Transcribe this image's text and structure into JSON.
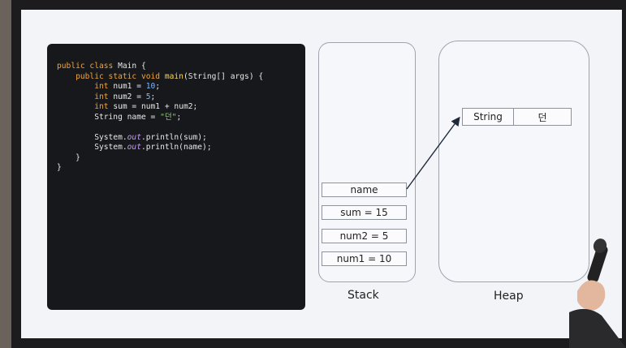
{
  "code": {
    "lines": [
      [
        {
          "t": "public class ",
          "c": "kw"
        },
        {
          "t": "Main {",
          "c": ""
        }
      ],
      [
        {
          "t": "    ",
          "c": ""
        },
        {
          "t": "public static void ",
          "c": "kw"
        },
        {
          "t": "main",
          "c": "fn"
        },
        {
          "t": "(String[] args) {",
          "c": ""
        }
      ],
      [
        {
          "t": "        ",
          "c": ""
        },
        {
          "t": "int ",
          "c": "kw"
        },
        {
          "t": "num1 = ",
          "c": ""
        },
        {
          "t": "10",
          "c": "num"
        },
        {
          "t": ";",
          "c": ""
        }
      ],
      [
        {
          "t": "        ",
          "c": ""
        },
        {
          "t": "int ",
          "c": "kw"
        },
        {
          "t": "num2 = ",
          "c": ""
        },
        {
          "t": "5",
          "c": "num"
        },
        {
          "t": ";",
          "c": ""
        }
      ],
      [
        {
          "t": "        ",
          "c": ""
        },
        {
          "t": "int ",
          "c": "kw"
        },
        {
          "t": "sum = num1 + num2;",
          "c": ""
        }
      ],
      [
        {
          "t": "        String name = ",
          "c": ""
        },
        {
          "t": "\"던\"",
          "c": "str"
        },
        {
          "t": ";",
          "c": ""
        }
      ],
      [
        {
          "t": "",
          "c": ""
        }
      ],
      [
        {
          "t": "        System.",
          "c": ""
        },
        {
          "t": "out",
          "c": "it"
        },
        {
          "t": ".println(sum);",
          "c": ""
        }
      ],
      [
        {
          "t": "        System.",
          "c": ""
        },
        {
          "t": "out",
          "c": "it"
        },
        {
          "t": ".println(name);",
          "c": ""
        }
      ],
      [
        {
          "t": "    }",
          "c": ""
        }
      ],
      [
        {
          "t": "}",
          "c": ""
        }
      ]
    ]
  },
  "stack": {
    "label": "Stack",
    "slots": [
      "name",
      "sum = 15",
      "num2 = 5",
      "num1 = 10"
    ]
  },
  "heap": {
    "label": "Heap",
    "object": {
      "type": "String",
      "value": "던"
    }
  },
  "colors": {
    "keyword": "#f2a43a",
    "method": "#ffd54a",
    "number": "#7db7ff",
    "string": "#88d66b",
    "field": "#c79bff"
  }
}
